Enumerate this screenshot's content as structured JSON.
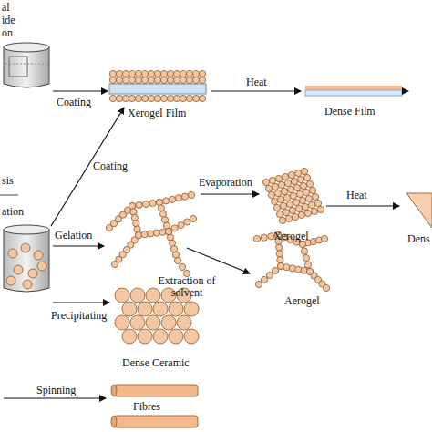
{
  "diagram": {
    "labels": [
      "al",
      "ide",
      "on",
      "Coating",
      "Xerogel Film",
      "Heat",
      "Dense Film",
      "Coating",
      "sis",
      "ation",
      "Evaporation",
      "Heat",
      "Xerogel",
      "Dens",
      "Gelation",
      "Extraction of solvent",
      "Aerogel",
      "Precipitating",
      "Dense Ceramic",
      "Spinning",
      "Fibres"
    ]
  }
}
